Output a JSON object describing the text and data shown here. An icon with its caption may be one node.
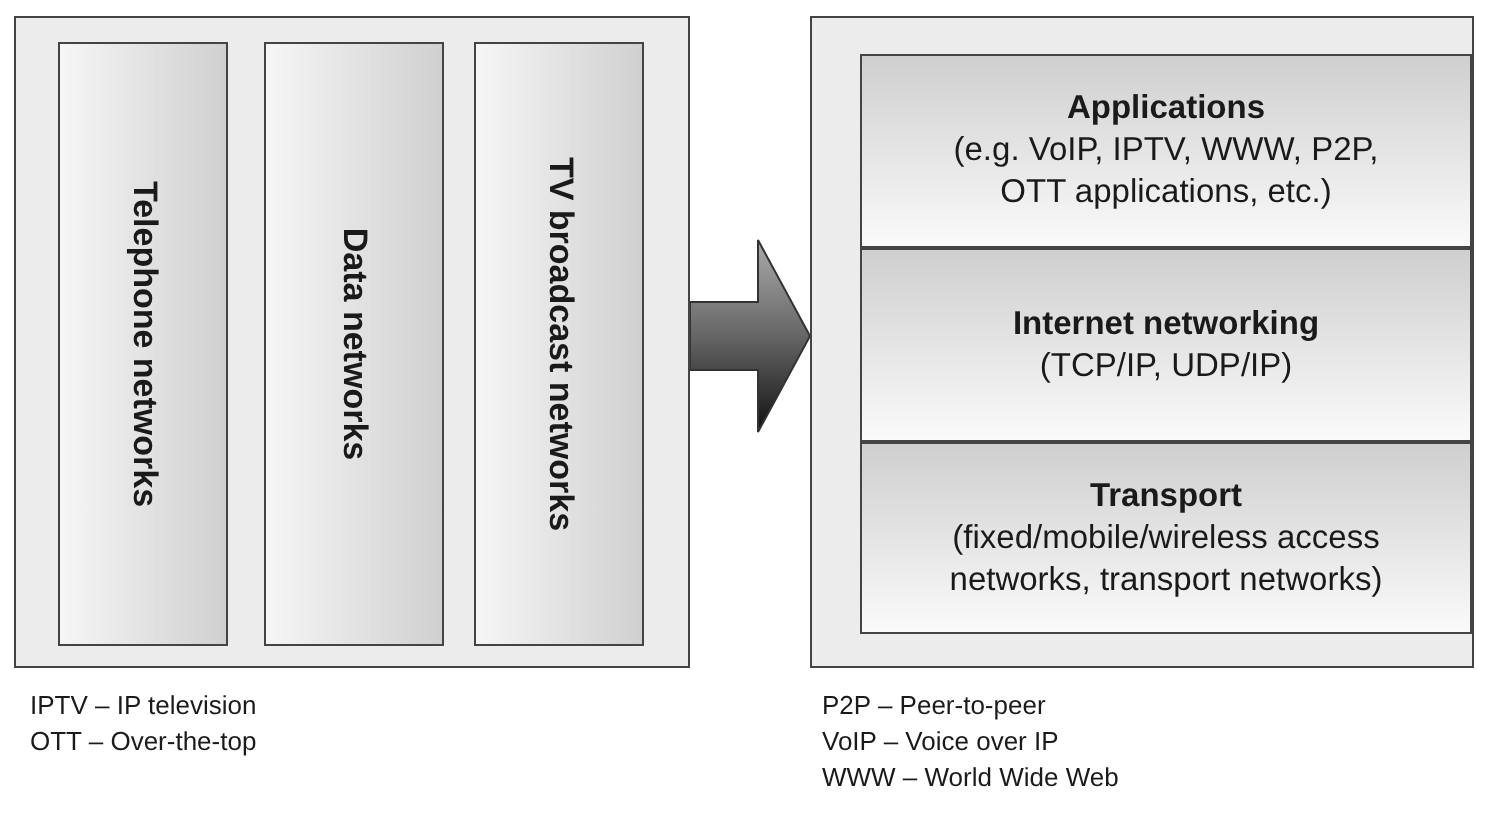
{
  "diagram": {
    "nodes": [
      {
        "text": [],
        "shape": "box"
      },
      {
        "text": [
          "Telephone networks"
        ],
        "in": 0
      },
      {
        "text": [
          "Data networks"
        ],
        "in": 0
      },
      {
        "text": [
          "TV broadcast networks"
        ],
        "in": 0
      },
      {
        "text": [],
        "shape": "box"
      },
      {
        "text": [
          "Applications",
          "(e.g. VoIP, IPTV, WWW, P2P, OTT applications, etc.)"
        ],
        "in": 4
      },
      {
        "text": [
          "Internet networking",
          "(TCP/IP, UDP/IP)"
        ],
        "in": 4
      },
      {
        "text": [
          "Transport",
          "(fixed/mobile/wireless access networks, transport networks)"
        ],
        "in": 4
      }
    ],
    "edges": [
      {
        "from": 0,
        "to": 4,
        "arrow": "to",
        "style": "thick"
      }
    ],
    "labels": [
      "IPTV – IP television",
      "OTT – Over-the-top",
      "P2P – Peer-to-peer",
      "VoIP – Voice over IP",
      "WWW – World Wide Web"
    ]
  }
}
